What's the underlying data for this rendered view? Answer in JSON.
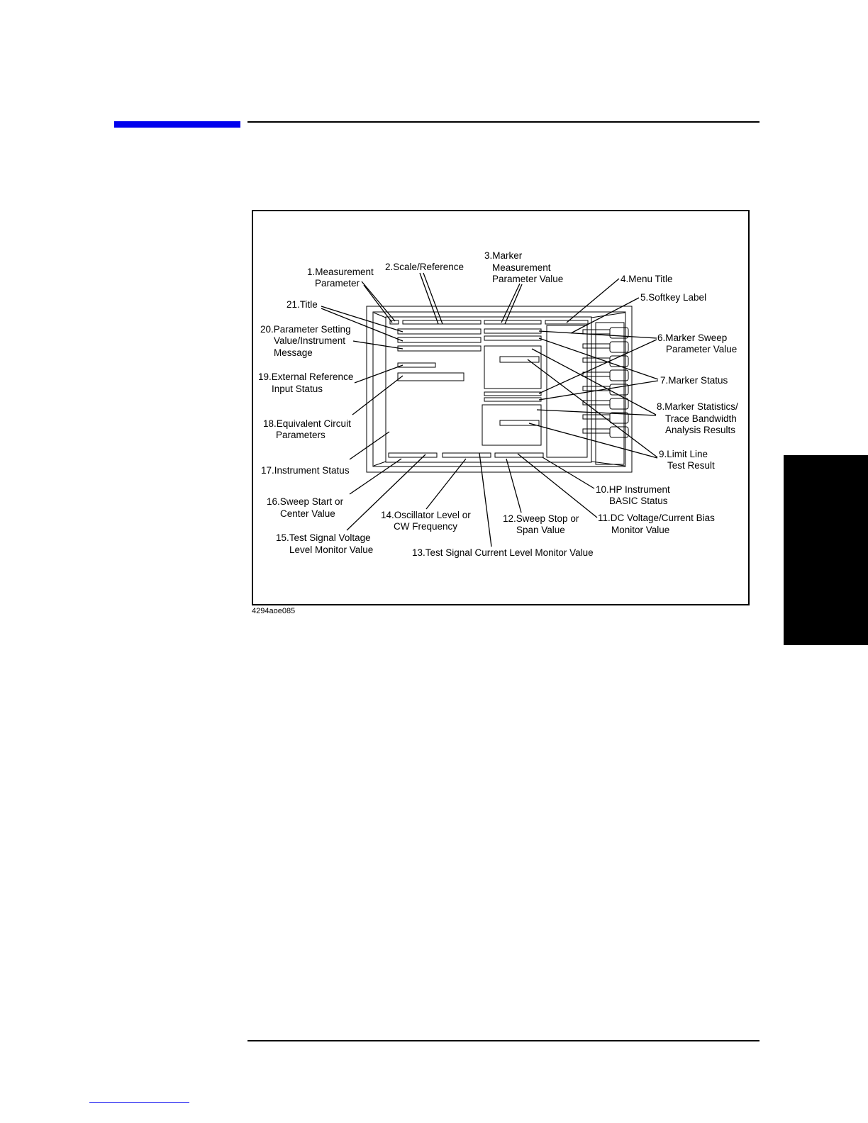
{
  "figure": {
    "id": "4294aoe085",
    "callouts": {
      "c1": [
        "1.Measurement",
        "Parameter"
      ],
      "c2": [
        "2.Scale/Reference"
      ],
      "c3": [
        "3.Marker",
        "Measurement",
        "Parameter Value"
      ],
      "c4": [
        "4.Menu Title"
      ],
      "c5": [
        "5.Softkey Label"
      ],
      "c6": [
        "6.Marker Sweep",
        "Parameter Value"
      ],
      "c7": [
        "7.Marker Status"
      ],
      "c8": [
        "8.Marker Statistics/",
        "Trace Bandwidth",
        "Analysis Results"
      ],
      "c9": [
        "9.Limit Line",
        "Test Result"
      ],
      "c10": [
        "10.HP Instrument",
        "BASIC Status"
      ],
      "c11": [
        "11.DC Voltage/Current Bias",
        "Monitor Value"
      ],
      "c12": [
        "12.Sweep Stop or",
        "Span Value"
      ],
      "c13": [
        "13.Test Signal Current Level Monitor Value"
      ],
      "c14": [
        "14.Oscillator Level or",
        "CW Frequency"
      ],
      "c15": [
        "15.Test Signal Voltage",
        "Level Monitor Value"
      ],
      "c16": [
        "16.Sweep Start or",
        "Center Value"
      ],
      "c17": [
        "17.Instrument Status"
      ],
      "c18": [
        "18.Equivalent Circuit",
        "Parameters"
      ],
      "c19": [
        "19.External Reference",
        "Input Status"
      ],
      "c20": [
        "20.Parameter Setting",
        "Value/Instrument",
        "Message"
      ],
      "c21": [
        "21.Title"
      ]
    }
  }
}
